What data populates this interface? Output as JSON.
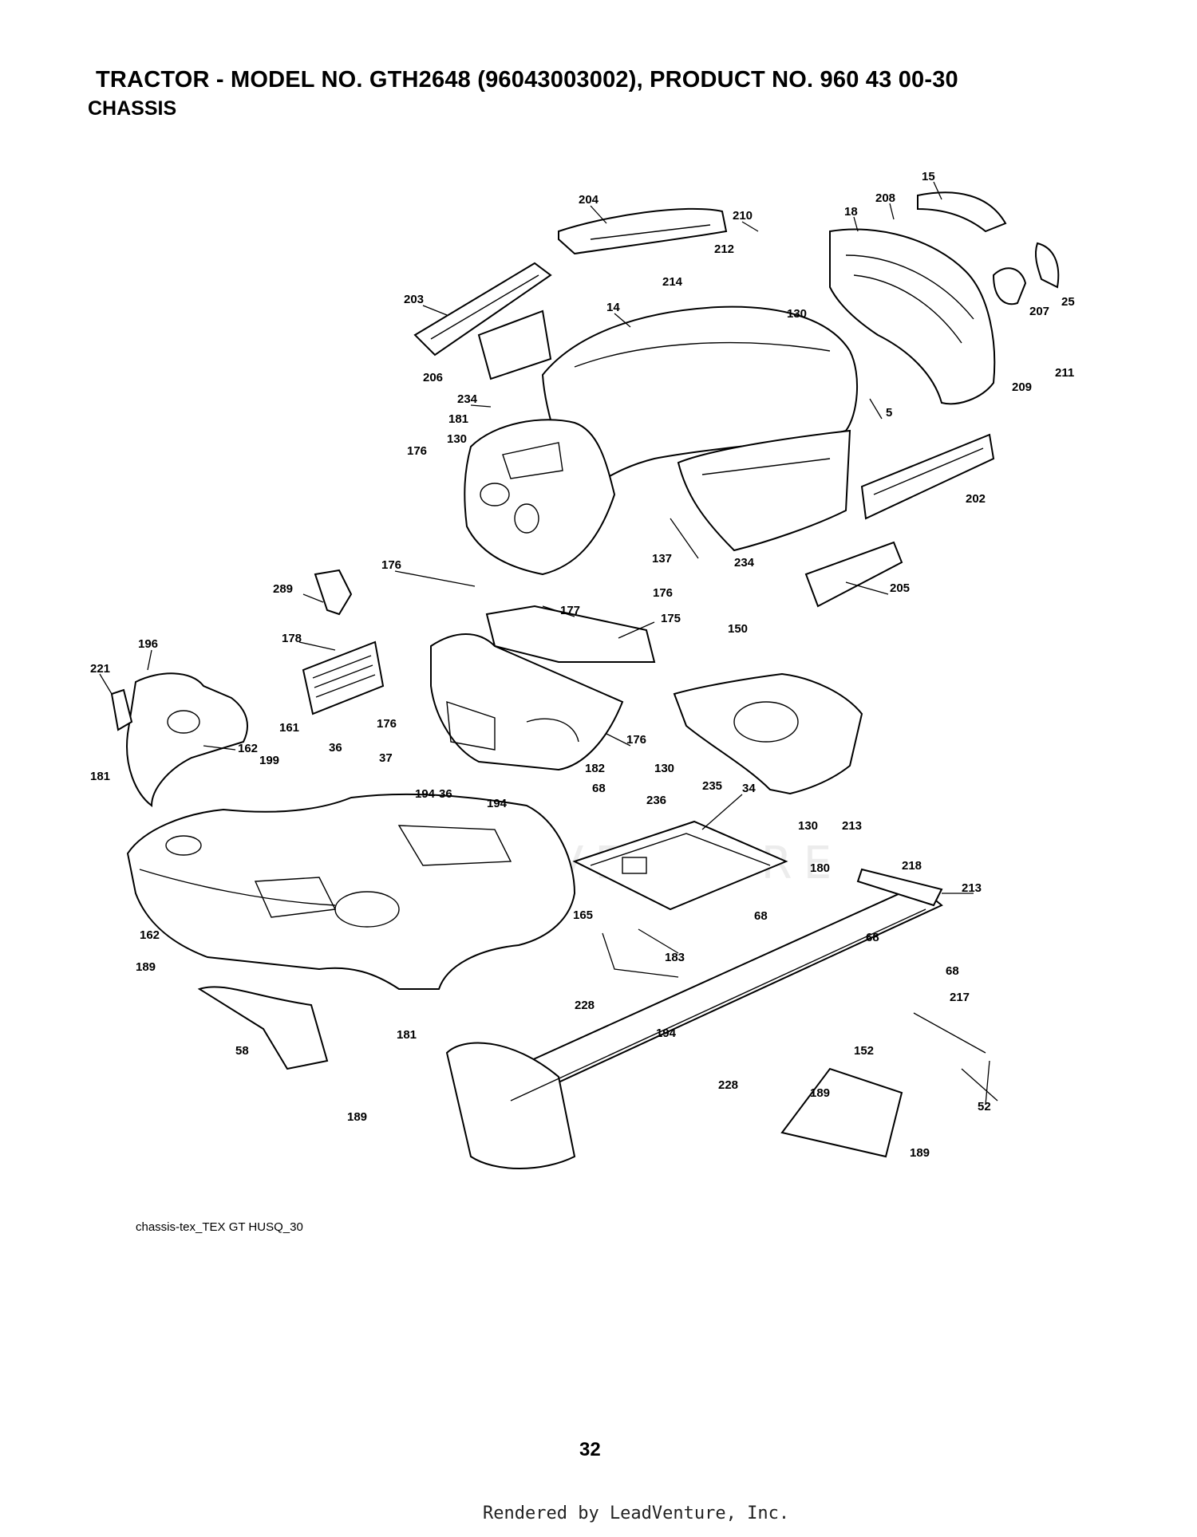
{
  "header": {
    "title": "TRACTOR -  MODEL NO. GTH2648 (96043003002), PRODUCT NO. 960 43 00-30",
    "subtitle": "CHASSIS"
  },
  "diagram_ref": "chassis-tex_TEX GT HUSQ_30",
  "page_number": "32",
  "footer": "Rendered by LeadVenture, Inc.",
  "watermark": "LEADVENTURE",
  "callouts": [
    "15",
    "208",
    "18",
    "204",
    "210",
    "212",
    "214",
    "25",
    "207",
    "203",
    "14",
    "130",
    "206",
    "209",
    "211",
    "234",
    "181",
    "5",
    "130",
    "176",
    "202",
    "137",
    "234",
    "176",
    "289",
    "176",
    "177",
    "175",
    "205",
    "178",
    "150",
    "196",
    "221",
    "162",
    "176",
    "161",
    "36",
    "37",
    "176",
    "182",
    "130",
    "181",
    "199",
    "194",
    "36",
    "194",
    "68",
    "235",
    "236",
    "34",
    "130",
    "213",
    "218",
    "213",
    "180",
    "68",
    "68",
    "68",
    "165",
    "183",
    "162",
    "189",
    "228",
    "217",
    "181",
    "58",
    "194",
    "152",
    "52",
    "228",
    "189",
    "189",
    "189"
  ]
}
